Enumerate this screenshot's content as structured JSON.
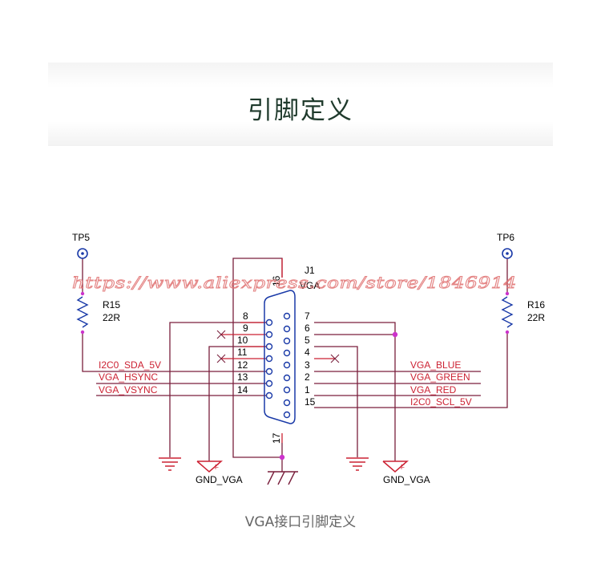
{
  "header": {
    "title": "引脚定义"
  },
  "caption": "VGA接口引脚定义",
  "watermark": "https://www.aliexpress.com/store/1846914",
  "colors": {
    "wire": "#7a1f3c",
    "net_red": "#cc2233",
    "junction": "#cc33cc",
    "pin": "#1a3aa8",
    "text": "#000000"
  },
  "testpoints": {
    "left": "TP5",
    "right": "TP6"
  },
  "resistors": {
    "left": {
      "ref": "R15",
      "value": "22R"
    },
    "right": {
      "ref": "R16",
      "value": "22R"
    }
  },
  "connector": {
    "ref": "J1",
    "value": "VGA",
    "shell_top": "16",
    "shell_bottom": "17"
  },
  "pins": {
    "p1": "1",
    "p2": "2",
    "p3": "3",
    "p4": "4",
    "p5": "5",
    "p6": "6",
    "p7": "7",
    "p8": "8",
    "p9": "9",
    "p10": "10",
    "p11": "11",
    "p12": "12",
    "p13": "13",
    "p14": "14",
    "p15": "15"
  },
  "nets": {
    "sda": "I2C0_SDA_5V",
    "hsync": "VGA_HSYNC",
    "vsync": "VGA_VSYNC",
    "blue": "VGA_BLUE",
    "green": "VGA_GREEN",
    "red": "VGA_RED",
    "scl": "I2C0_SCL_5V"
  },
  "ground": {
    "left_label": "GND_VGA",
    "right_label": "GND_VGA",
    "flag": "F"
  }
}
